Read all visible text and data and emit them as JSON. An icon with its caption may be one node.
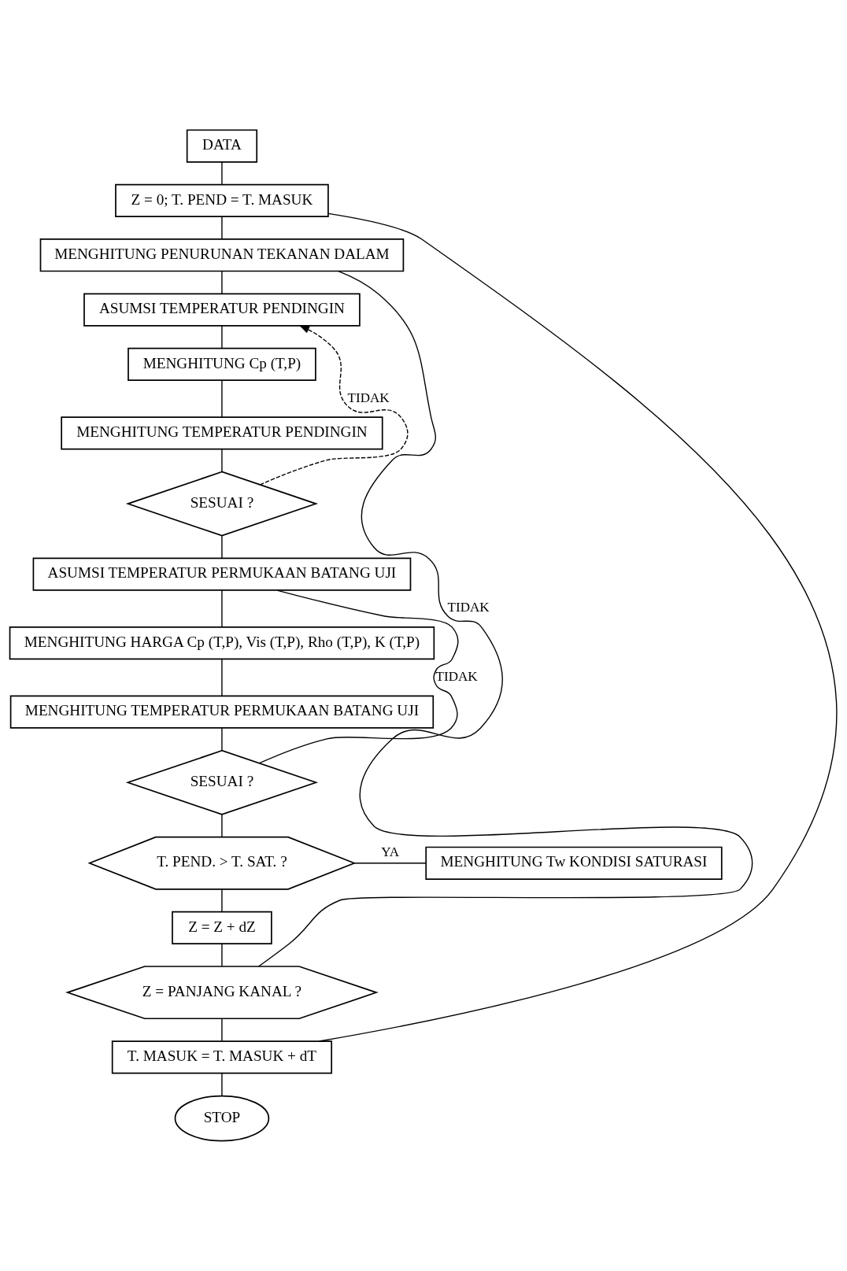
{
  "diagram": {
    "nodes": [
      {
        "text": [
          "DATA"
        ]
      },
      {
        "text": [
          "Z = 0; T. PEND = T. MASUK"
        ]
      },
      {
        "text": [
          "MENGHITUNG PENURUNAN TEKANAN DALAM"
        ]
      },
      {
        "text": [
          "ASUMSI TEMPERATUR PENDINGIN"
        ]
      },
      {
        "text": [
          "MENGHITUNG Cp (T,P)"
        ]
      },
      {
        "text": [
          "MENGHITUNG TEMPERATUR PENDINGIN"
        ]
      },
      {
        "text": [
          "SESUAI ?"
        ]
      },
      {
        "text": [
          "ASUMSI TEMPERATUR PERMUKAAN BATANG UJI"
        ]
      },
      {
        "text": [
          "MENGHITUNG HARGA Cp (T,P), Vis (T,P), Rho (T,P), K (T,P)"
        ]
      },
      {
        "text": [
          "MENGHITUNG TEMPERATUR PERMUKAAN BATANG UJI"
        ]
      },
      {
        "text": [
          "SESUAI ?"
        ]
      },
      {
        "text": [
          "T. PEND. > T. SAT. ?"
        ]
      },
      {
        "text": [
          "MENGHITUNG Tw KONDISI SATURASI"
        ]
      },
      {
        "text": [
          "Z = Z + dZ"
        ]
      },
      {
        "text": [
          "Z = PANJANG KANAL ?"
        ]
      },
      {
        "text": [
          "T. MASUK = T. MASUK + dT"
        ]
      },
      {
        "text": [
          "STOP"
        ]
      }
    ],
    "edges": [
      {
        "from": 0,
        "to": 1,
        "arrow": "none"
      },
      {
        "from": 1,
        "to": 2,
        "arrow": "none"
      },
      {
        "from": 2,
        "to": 3,
        "arrow": "none"
      },
      {
        "from": 3,
        "to": 4,
        "arrow": "none"
      },
      {
        "from": 4,
        "to": 5,
        "arrow": "none"
      },
      {
        "from": 5,
        "to": 6,
        "arrow": "none"
      },
      {
        "from": 6,
        "to": 3,
        "arrow": "to",
        "label": "TIDAK",
        "style": "dashed"
      },
      {
        "from": 6,
        "to": 7,
        "arrow": "none"
      },
      {
        "from": 7,
        "to": 8,
        "arrow": "none"
      },
      {
        "from": 8,
        "to": 9,
        "arrow": "none"
      },
      {
        "from": 9,
        "to": 10,
        "arrow": "none"
      },
      {
        "from": 10,
        "to": 7,
        "arrow": "none",
        "label": "TIDAK"
      },
      {
        "from": 10,
        "to": 11,
        "arrow": "none"
      },
      {
        "from": 11,
        "to": 12,
        "arrow": "none",
        "label": "YA"
      },
      {
        "from": 11,
        "to": 13,
        "arrow": "none"
      },
      {
        "from": 13,
        "to": 14,
        "arrow": "none"
      },
      {
        "from": 14,
        "to": 2,
        "arrow": "none",
        "label": "TIDAK"
      },
      {
        "from": 14,
        "to": 15,
        "arrow": "none"
      },
      {
        "from": 15,
        "to": 1,
        "arrow": "none"
      },
      {
        "from": 15,
        "to": 16,
        "arrow": "none"
      }
    ]
  }
}
